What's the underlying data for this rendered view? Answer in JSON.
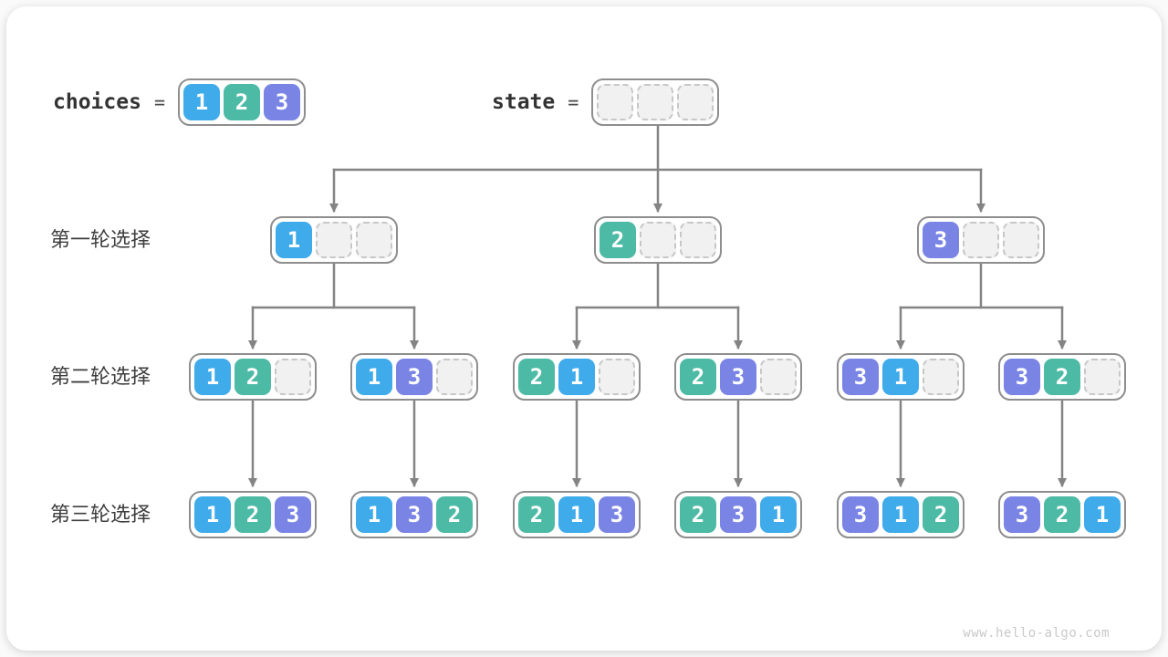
{
  "page": {
    "watermark": "www.hello-algo.com"
  },
  "colors": {
    "1": "#3fabea",
    "2": "#4dbaa5",
    "3": "#7a84e4",
    "line": "#848484",
    "box_border": "#8e8e8e",
    "empty_fill": "#f1f1f1",
    "empty_border": "#c7c7c7",
    "label_text": "#3e3e3e"
  },
  "header": {
    "choices_label": "choices",
    "equals": "=",
    "choices_values": [
      1,
      2,
      3
    ],
    "state_values": [
      null,
      null,
      null
    ]
  },
  "rows": [
    {
      "label": "第一轮选择",
      "nodes": [
        [
          1
        ],
        [
          2
        ],
        [
          3
        ]
      ]
    },
    {
      "label": "第二轮选择",
      "nodes": [
        [
          1,
          2
        ],
        [
          1,
          3
        ],
        [
          2,
          1
        ],
        [
          2,
          3
        ],
        [
          3,
          1
        ],
        [
          3,
          2
        ]
      ]
    },
    {
      "label": "第三轮选择",
      "nodes": [
        [
          1,
          2,
          3
        ],
        [
          1,
          3,
          2
        ],
        [
          2,
          1,
          3
        ],
        [
          2,
          3,
          1
        ],
        [
          3,
          1,
          2
        ],
        [
          3,
          2,
          1
        ]
      ]
    }
  ],
  "slots_per_node": 3
}
